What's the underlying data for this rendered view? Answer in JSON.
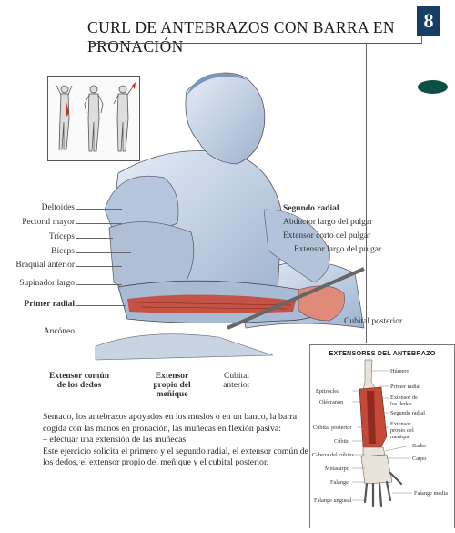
{
  "page": {
    "title": "CURL DE ANTEBRAZOS CON BARRA EN PRONACIÓN",
    "page_number": "8"
  },
  "labels_left": {
    "deltoides": "Deltoides",
    "pectoral": "Pectoral mayor",
    "triceps": "Tríceps",
    "biceps": "Bíceps",
    "braquial": "Braquial anterior",
    "supinador": "Supinador largo",
    "primer_radial": "Primer radial",
    "anconeo": "Ancóneo"
  },
  "labels_right": {
    "segundo_radial": "Segundo radial",
    "abductor": "Abductor largo del pulgar",
    "extensor_corto": "Extensor corto del pulgar",
    "extensor_largo": "Extensor largo del pulgar",
    "cubital_posterior": "Cubital posterior"
  },
  "labels_bottom": {
    "extensor_comun": "Extensor común de los dedos",
    "extensor_propio": "Extensor propio del meñique",
    "cubital_anterior": "Cubital anterior"
  },
  "description": {
    "para1": "Sentado, los antebrazos apoyados en los muslos o en un banco, la barra cogida con las manos en pronación, las muñecas en flexión pasiva:",
    "bullet": "– efectuar una extensión de las muñecas.",
    "para2": "Este ejercicio solicita el primero y el segundo radial, el extensor común de los dedos, el extensor propio del meñique y el cubital posterior."
  },
  "inset": {
    "title": "EXTENSORES DEL ANTEBRAZO",
    "humero": "Húmero",
    "primer_radial": "Primer radial",
    "extensor_dedos": "Extensor de los dedos",
    "segundo_radial": "Segundo radial",
    "epitroclea": "Epitróclea",
    "olecranon": "Olécranon",
    "cubital_posterior": "Cubital posterior",
    "extensor_menique": "Extensor propio del meñique",
    "cubito": "Cúbito",
    "radio": "Radio",
    "cabeza_cubito": "Cabeza del cúbito",
    "carpo": "Carpo",
    "metacarpo": "Metacarpo",
    "falange": "Falange",
    "falange_media": "Falange media",
    "falange_ungueal": "Falange ungueal"
  },
  "colors": {
    "page_tab": "#173f66",
    "leaf": "#0d4e45",
    "muscle_red": "#d8452f",
    "sketch_blue": "#8fa8c8"
  }
}
